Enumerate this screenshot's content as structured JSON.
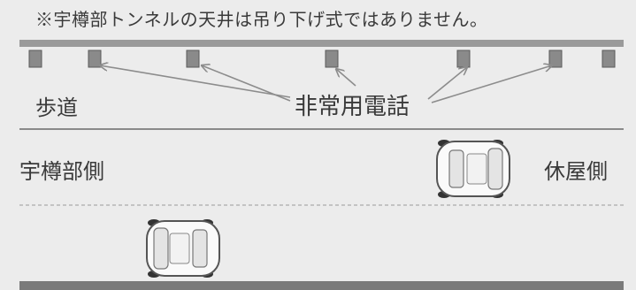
{
  "note": "※宇樽部トンネルの天井は吊り下げ式ではありません。",
  "labels": {
    "sidewalk": "歩道",
    "emergency_phone": "非常用電話",
    "west_side": "宇樽部側",
    "east_side": "休屋側"
  },
  "colors": {
    "background": "#ececec",
    "ceiling": "#9a9a9a",
    "phone_box": "#8a8a8a",
    "arrow": "#8c8c8c",
    "lane_line": "#8a8a8a",
    "bottom_band": "#7a7a7a",
    "text": "#3a3a3a"
  }
}
